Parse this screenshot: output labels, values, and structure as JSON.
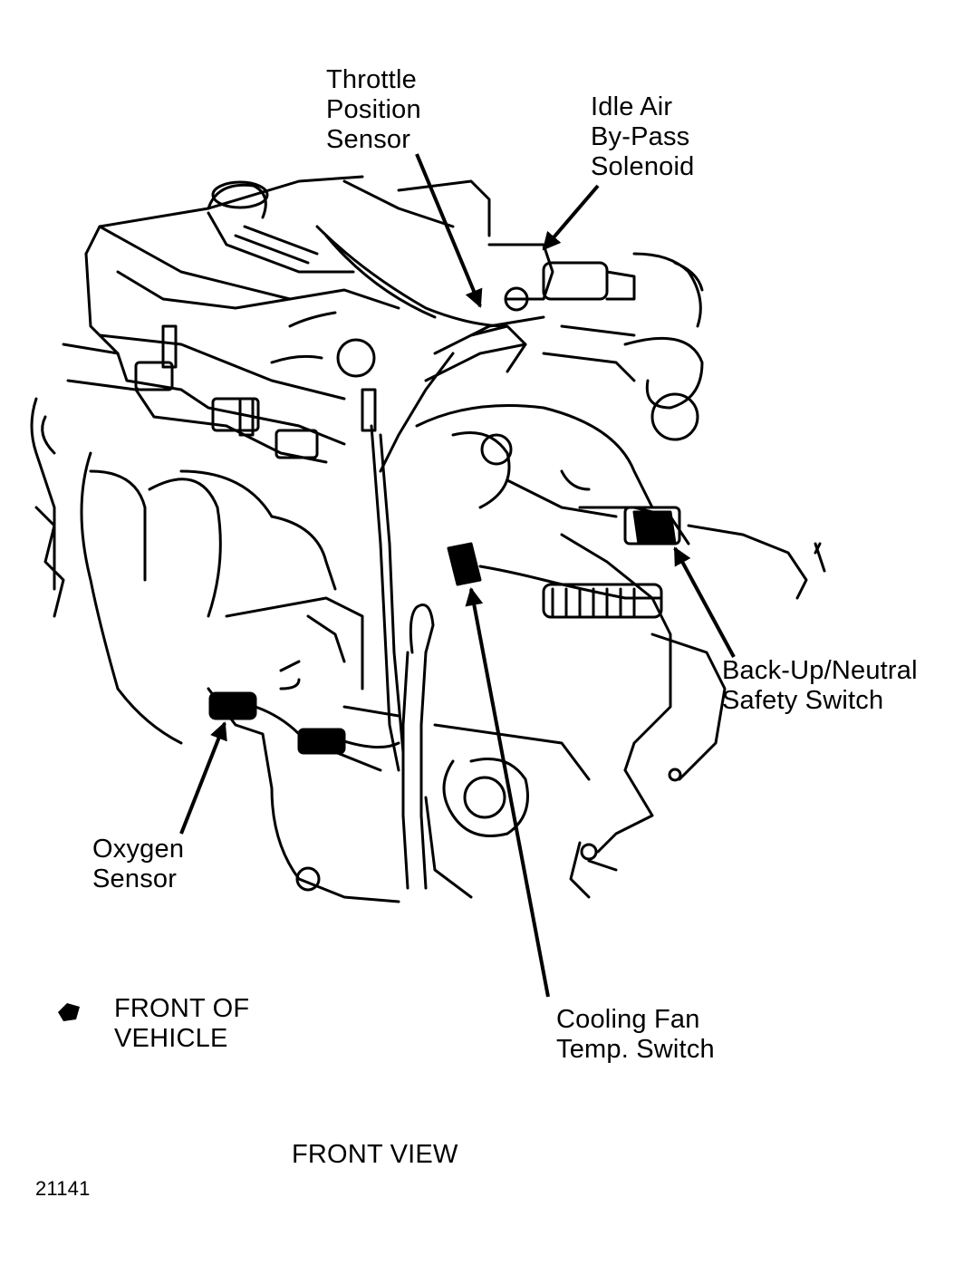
{
  "labels": {
    "throttle_position_sensor": [
      "Throttle",
      "Position",
      "Sensor"
    ],
    "idle_air_bypass_solenoid": [
      "Idle Air",
      "By-Pass",
      "Solenoid"
    ],
    "backup_neutral_safety_switch": [
      "Back-Up/Neutral",
      "Safety Switch"
    ],
    "oxygen_sensor": [
      "Oxygen",
      "Sensor"
    ],
    "cooling_fan_temp_switch": [
      "Cooling Fan",
      "Temp. Switch"
    ]
  },
  "legend": {
    "icon": "front-of-vehicle-arrow-icon",
    "text": [
      "FRONT OF",
      "VEHICLE"
    ]
  },
  "caption": "FRONT VIEW",
  "figure_number": "21141",
  "colors": {
    "ink": "#000000",
    "paper": "#ffffff"
  }
}
